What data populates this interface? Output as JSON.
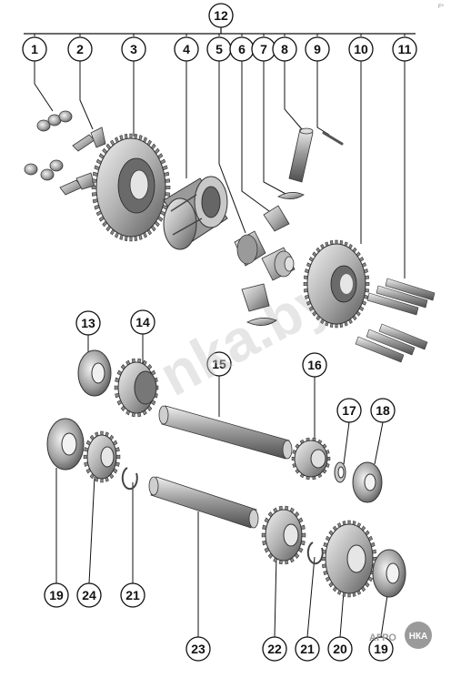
{
  "diagram": {
    "group_callout": "12",
    "callouts_top": [
      "1",
      "2",
      "3",
      "4",
      "5",
      "6",
      "7",
      "8",
      "9",
      "10",
      "11"
    ],
    "callouts": {
      "c13": "13",
      "c14": "14",
      "c15": "15",
      "c16": "16",
      "c17": "17",
      "c18": "18",
      "c19a": "19",
      "c24": "24",
      "c21a": "21",
      "c23": "23",
      "c22": "22",
      "c21b": "21",
      "c20": "20",
      "c19b": "19"
    },
    "watermark": "nka.by",
    "logo": {
      "left": "АГРО",
      "badge": "НКА"
    },
    "corner_mark": "F*"
  },
  "colors": {
    "line": "#111111",
    "metal_light": "#e6e6e6",
    "metal_mid": "#a9a9a9",
    "metal_dark": "#5c5c5c",
    "logo_red": "#d8262d",
    "logo_grey": "#9a9a9a"
  }
}
